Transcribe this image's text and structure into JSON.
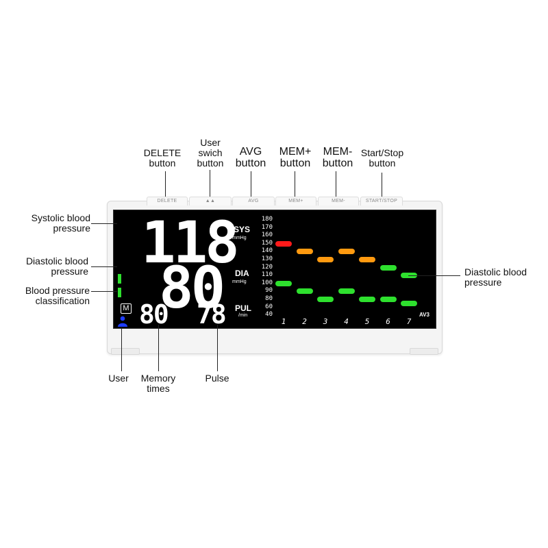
{
  "labels": {
    "delete": "DELETE\nbutton",
    "user_switch": "User\nswich\nbutton",
    "avg": "AVG\nbutton",
    "mem_plus": "MEM+\nbutton",
    "mem_minus": "MEM-\nbutton",
    "start_stop": "Start/Stop\nbutton",
    "systolic": "Systolic blood\npressure",
    "diastolic_left": "Diastolic blood\npressure",
    "classification": "Blood pressure\nclassification",
    "diastolic_right": "Diastolic blood\npressure",
    "user": "User",
    "memory_times": "Memory\ntimes",
    "pulse": "Pulse"
  },
  "hardware_buttons": {
    "delete": "DELETE",
    "user": "▲▲",
    "avg": "AVG",
    "mem_plus": "MEM+",
    "mem_minus": "MEM-",
    "start_stop": "START/STOP"
  },
  "display": {
    "sys_value": "118",
    "dia_value": "80",
    "pul_value": "78",
    "memory_value": "80",
    "sys_label": "SYS",
    "sys_unit": "mmHg",
    "dia_label": "DIA",
    "dia_unit": "mmHg",
    "pul_label": "PUL",
    "pul_unit": "/min",
    "memory_icon": "M",
    "avg_tag": "AV3",
    "user_icon_color": "#1e3cff",
    "classification_color": "#2ee02e"
  },
  "chart_data": {
    "type": "scatter",
    "y_scale": [
      "180",
      "170",
      "160",
      "150",
      "140",
      "130",
      "120",
      "110",
      "100",
      "90",
      "80",
      "60",
      "40"
    ],
    "x": [
      "1",
      "2",
      "3",
      "4",
      "5",
      "6",
      "7"
    ],
    "ylim": [
      40,
      180
    ],
    "series": [
      {
        "values": [
          150,
          140,
          130,
          140,
          130,
          120,
          110
        ],
        "colors": [
          "#ff1a1a",
          "#ff9a10",
          "#ff9a10",
          "#ff9a10",
          "#ff9a10",
          "#2ee02e",
          "#2ee02e"
        ]
      },
      {
        "values": [
          100,
          90,
          80,
          90,
          80,
          80,
          70
        ],
        "colors": [
          "#2ee02e",
          "#2ee02e",
          "#2ee02e",
          "#2ee02e",
          "#2ee02e",
          "#2ee02e",
          "#2ee02e"
        ]
      }
    ]
  }
}
